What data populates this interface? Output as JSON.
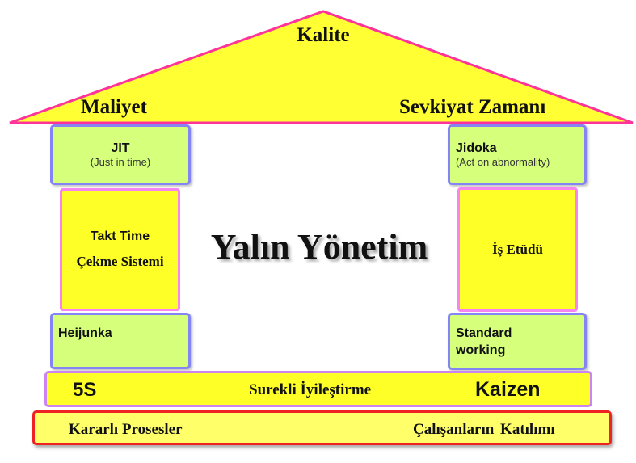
{
  "roof": {
    "top": "Kalite",
    "left": "Maliyet",
    "right": "Sevkiyat Zamanı"
  },
  "title": "Yalın Yönetim",
  "left_pillar": {
    "top_title": "JIT",
    "top_sub": "(Just in time)",
    "middle_line1": "Takt Time",
    "middle_line2": "Çekme Sistemi",
    "bottom": "Heijunka"
  },
  "right_pillar": {
    "top_title": "Jidoka",
    "top_sub": "(Act on abnormality)",
    "middle": "İş Etüdü",
    "bottom_line1": "Standard",
    "bottom_line2": "working"
  },
  "foundation": {
    "left": "5S",
    "center": "Surekli İyileştirme",
    "right": "Kaizen"
  },
  "base": {
    "left": "Kararlı Prosesler",
    "right": "Çalışanların Katılımı"
  },
  "colors": {
    "roof_fill": "#ffff33",
    "roof_border": "#ff3399",
    "green_box": "#d6ff7c",
    "blue_border": "#8484f4",
    "pink_border": "#f884f0",
    "base_border": "#ee2222"
  }
}
